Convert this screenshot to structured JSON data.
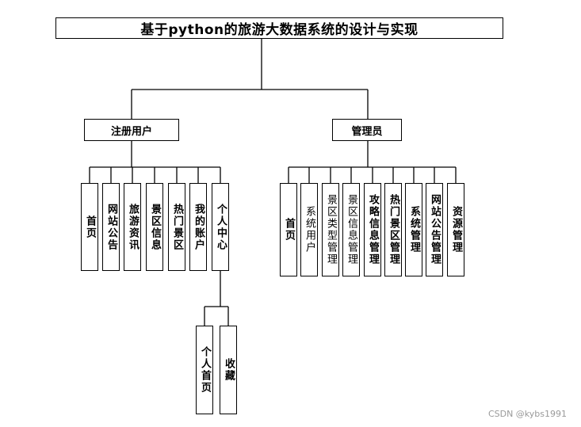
{
  "diagram": {
    "root": "基于python的旅游大数据系统的设计与实现",
    "groups": [
      {
        "label": "注册用户",
        "children": [
          "首页",
          "网站公告",
          "旅游资讯",
          "景区信息",
          "热门景区",
          "我的账户",
          "个人中心"
        ]
      },
      {
        "label": "管理员",
        "children": [
          "首页",
          "系统用户",
          "景区类型管理",
          "景区信息管理",
          "攻略信息管理",
          "热门景区管理",
          "系统管理",
          "网站公告管理",
          "资源管理"
        ]
      }
    ],
    "sub_children": [
      "个人首页",
      "收藏"
    ]
  },
  "watermark": "CSDN @kybs1991"
}
